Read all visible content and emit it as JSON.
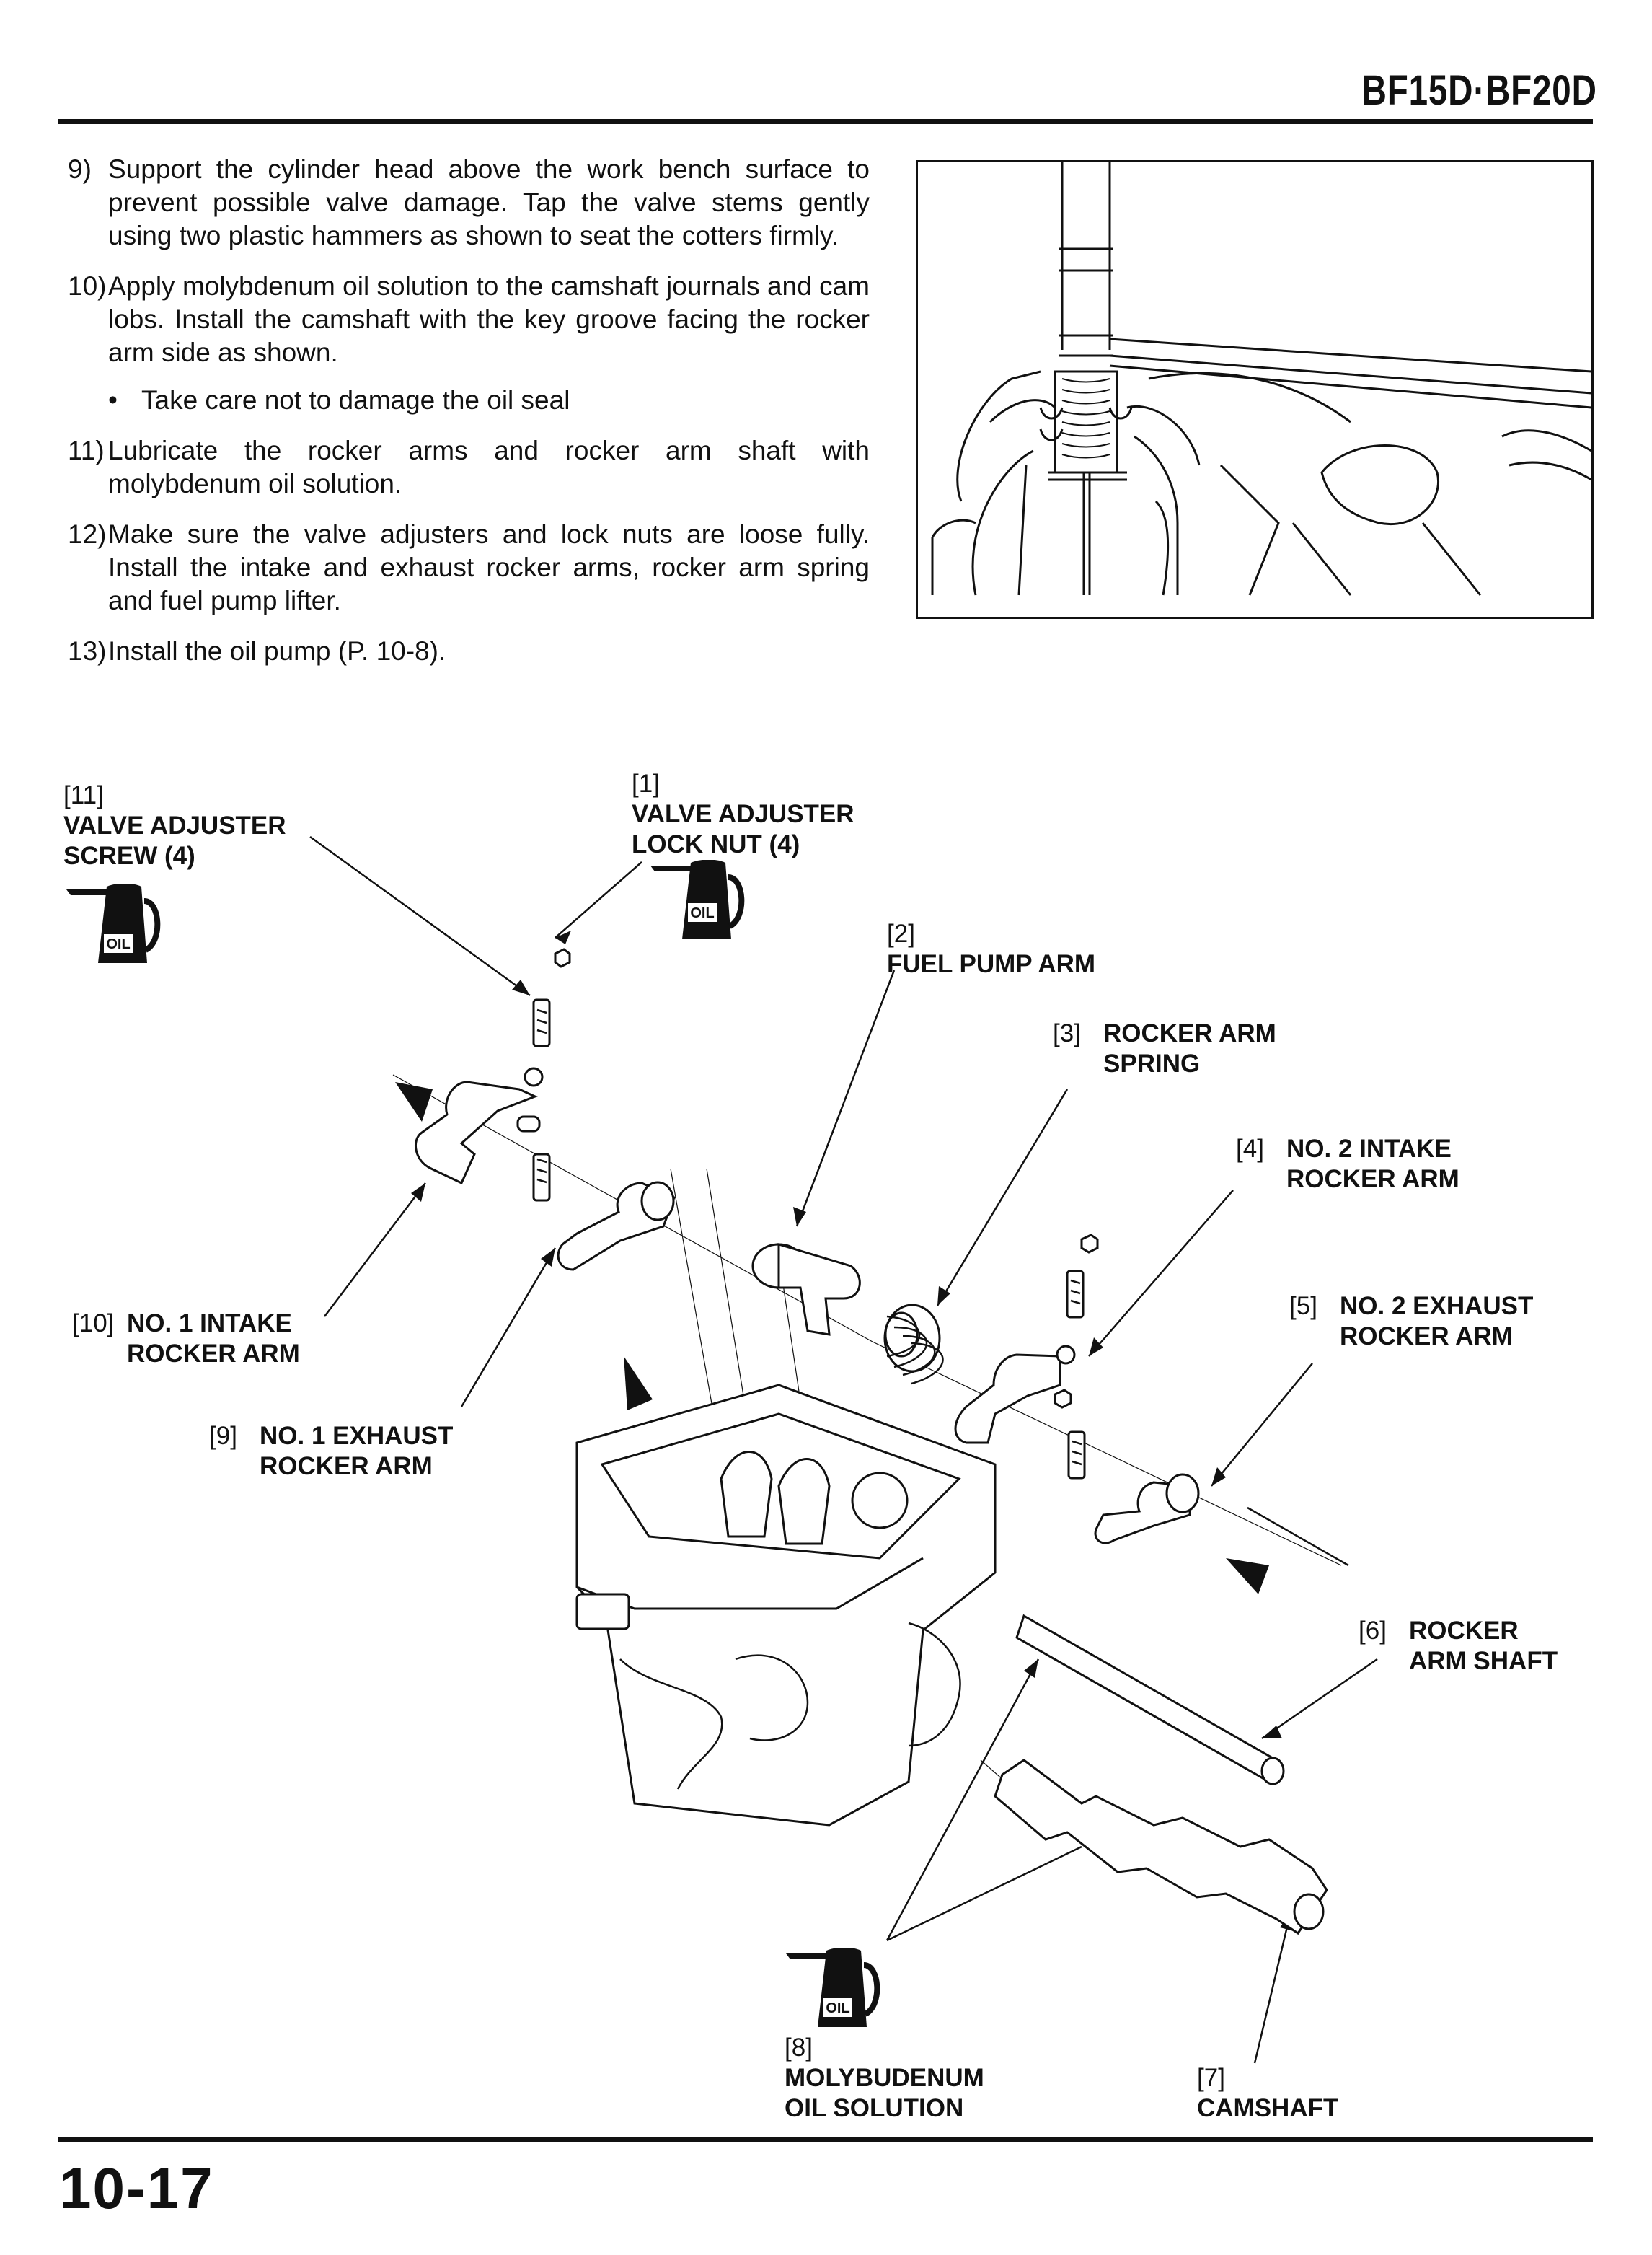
{
  "header": {
    "model": "BF15D·BF20D"
  },
  "steps": [
    {
      "num": "9)",
      "text": "Support the cylinder head above the work bench surface to prevent possible valve damage. Tap the valve stems gently using two plastic hammers as shown to seat the cotters firmly."
    },
    {
      "num": "10)",
      "text": "Apply molybdenum oil solution to the camshaft journals and cam lobs. Install the camshaft with the key groove facing the rocker arm side as shown."
    },
    {
      "num": "11)",
      "text": "Lubricate the rocker arms and rocker arm shaft with molybdenum oil solution."
    },
    {
      "num": "12)",
      "text": "Make sure the valve adjusters and lock nuts are loose fully. Install the intake and exhaust rocker arms, rocker arm spring and fuel pump lifter."
    },
    {
      "num": "13)",
      "text": "Install the oil pump (P. 10-8)."
    }
  ],
  "bullet": "Take care not to damage the oil seal",
  "callouts": {
    "c11": {
      "idx": "[11]",
      "l1": "VALVE ADJUSTER",
      "l2": "SCREW (4)"
    },
    "c1": {
      "idx": "[1]",
      "l1": "VALVE ADJUSTER",
      "l2": "LOCK NUT (4)"
    },
    "c2": {
      "idx": "[2]",
      "l1": "FUEL PUMP ARM"
    },
    "c3": {
      "idx": "[3]",
      "l1": "ROCKER ARM",
      "l2": "SPRING"
    },
    "c4": {
      "idx": "[4]",
      "l1": "NO. 2 INTAKE",
      "l2": "ROCKER ARM"
    },
    "c5": {
      "idx": "[5]",
      "l1": "NO. 2 EXHAUST",
      "l2": "ROCKER ARM"
    },
    "c10": {
      "idx": "[10]",
      "l1": "NO. 1 INTAKE",
      "l2": "ROCKER ARM"
    },
    "c9": {
      "idx": "[9]",
      "l1": "NO. 1 EXHAUST",
      "l2": "ROCKER ARM"
    },
    "c6": {
      "idx": "[6]",
      "l1": "ROCKER",
      "l2": "ARM SHAFT"
    },
    "c8": {
      "idx": "[8]",
      "l1": "MOLYBUDENUM",
      "l2": "OIL SOLUTION"
    },
    "c7": {
      "idx": "[7]",
      "l1": "CAMSHAFT"
    }
  },
  "oil_label": "OIL",
  "footer": {
    "page": "10-17"
  }
}
